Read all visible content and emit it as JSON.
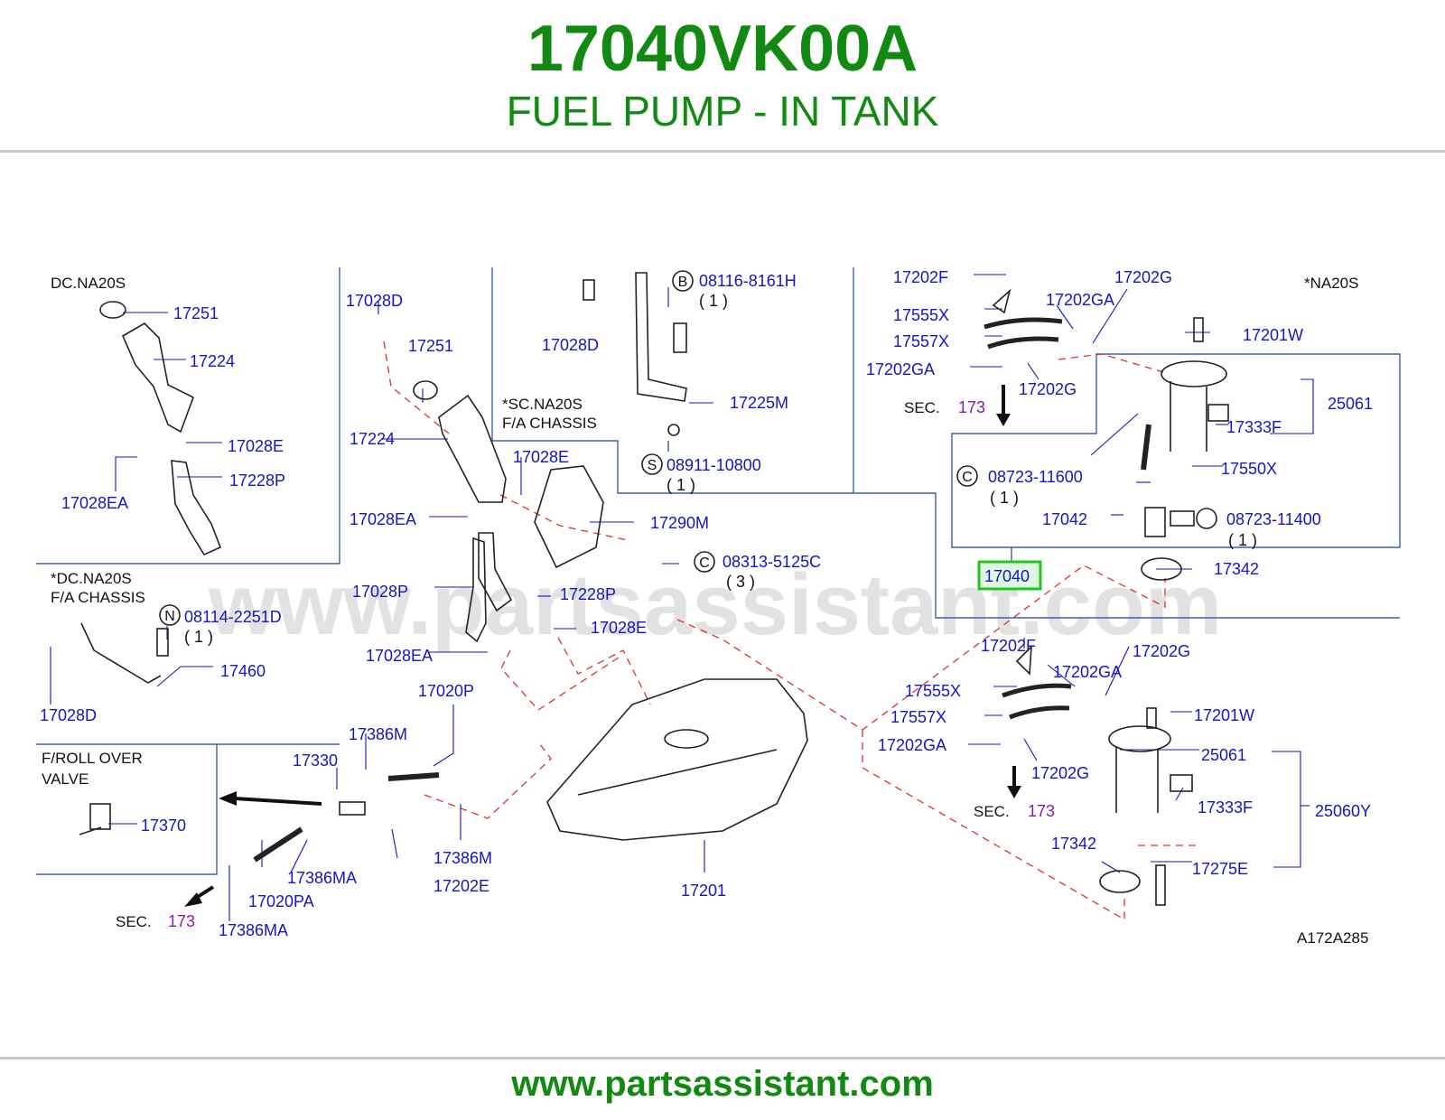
{
  "header": {
    "part_number": "17040VK00A",
    "title": "FUEL PUMP - IN TANK"
  },
  "watermark": "www.partsassistant.com",
  "footer": {
    "url": "www.partsassistant.com"
  },
  "diagram_id": "A172A285",
  "colors": {
    "brand_green": "#128a12",
    "callout_blue": "#1414c8",
    "section_purple": "#8a1aa8",
    "highlight_green": "#1ec81e",
    "dash_red": "#e03030"
  },
  "callouts": [
    {
      "id": "dc-na20s",
      "text": "DC.NA20S",
      "kind": "note"
    },
    {
      "id": "p17251a",
      "text": "17251",
      "kind": "part"
    },
    {
      "id": "p17224a",
      "text": "17224",
      "kind": "part"
    },
    {
      "id": "p17028e-a",
      "text": "17028E",
      "kind": "part"
    },
    {
      "id": "p17228p-a",
      "text": "17228P",
      "kind": "part"
    },
    {
      "id": "p17028ea-a",
      "text": "17028EA",
      "kind": "part"
    },
    {
      "id": "dc-na20s-fa",
      "text": "*DC.NA20S",
      "kind": "note"
    },
    {
      "id": "fa-chassis-a",
      "text": "F/A   CHASSIS",
      "kind": "note"
    },
    {
      "id": "b-08114",
      "text": "08114-2251D",
      "kind": "part"
    },
    {
      "id": "q1-a",
      "text": "( 1 )",
      "kind": "qty"
    },
    {
      "id": "p17460",
      "text": "17460",
      "kind": "part"
    },
    {
      "id": "p17028d-a",
      "text": "17028D",
      "kind": "part"
    },
    {
      "id": "froll",
      "text": "F/ROLL   OVER",
      "kind": "note"
    },
    {
      "id": "valve",
      "text": "VALVE",
      "kind": "note"
    },
    {
      "id": "p17370",
      "text": "17370",
      "kind": "part"
    },
    {
      "id": "p17028d-b",
      "text": "17028D",
      "kind": "part"
    },
    {
      "id": "p17251b",
      "text": "17251",
      "kind": "part"
    },
    {
      "id": "p17224b",
      "text": "17224",
      "kind": "part"
    },
    {
      "id": "p17028ea-b",
      "text": "17028EA",
      "kind": "part"
    },
    {
      "id": "p17028p",
      "text": "17028P",
      "kind": "part"
    },
    {
      "id": "p17028ea-c",
      "text": "17028EA",
      "kind": "part"
    },
    {
      "id": "p17020p",
      "text": "17020P",
      "kind": "part"
    },
    {
      "id": "p17386m-a",
      "text": "17386M",
      "kind": "part"
    },
    {
      "id": "p17330",
      "text": "17330",
      "kind": "part"
    },
    {
      "id": "p17386ma-a",
      "text": "17386MA",
      "kind": "part"
    },
    {
      "id": "p17020pa",
      "text": "17020PA",
      "kind": "part"
    },
    {
      "id": "sec-a",
      "text": "SEC.",
      "kind": "note"
    },
    {
      "id": "sec-a-num",
      "text": "173",
      "kind": "section"
    },
    {
      "id": "p17386ma-b",
      "text": "17386MA",
      "kind": "part"
    },
    {
      "id": "p17386m-b",
      "text": "17386M",
      "kind": "part"
    },
    {
      "id": "p17202e",
      "text": "17202E",
      "kind": "part"
    },
    {
      "id": "p17028d-c",
      "text": "17028D",
      "kind": "part"
    },
    {
      "id": "b-08116",
      "text": "08116-8161H",
      "kind": "part"
    },
    {
      "id": "q1-b",
      "text": "( 1 )",
      "kind": "qty"
    },
    {
      "id": "p17225m",
      "text": "17225M",
      "kind": "part"
    },
    {
      "id": "n-08911",
      "text": "08911-10800",
      "kind": "part"
    },
    {
      "id": "q1-c",
      "text": "( 1 )",
      "kind": "qty"
    },
    {
      "id": "sc-na20s",
      "text": "*SC.NA20S",
      "kind": "note"
    },
    {
      "id": "fa-chassis-b",
      "text": "F/A   CHASSIS",
      "kind": "note"
    },
    {
      "id": "p17028e-b",
      "text": "17028E",
      "kind": "part"
    },
    {
      "id": "p17290m",
      "text": "17290M",
      "kind": "part"
    },
    {
      "id": "s-08313",
      "text": "08313-5125C",
      "kind": "part"
    },
    {
      "id": "q3",
      "text": "( 3 )",
      "kind": "qty"
    },
    {
      "id": "p17228p-b",
      "text": "17228P",
      "kind": "part"
    },
    {
      "id": "p17028e-c",
      "text": "17028E",
      "kind": "part"
    },
    {
      "id": "p17201",
      "text": "17201",
      "kind": "part"
    },
    {
      "id": "p17202f-a",
      "text": "17202F",
      "kind": "part"
    },
    {
      "id": "p17202g-a",
      "text": "17202G",
      "kind": "part"
    },
    {
      "id": "na20s",
      "text": "*NA20S",
      "kind": "note"
    },
    {
      "id": "p17555x-a",
      "text": "17555X",
      "kind": "part"
    },
    {
      "id": "p17202ga-a",
      "text": "17202GA",
      "kind": "part"
    },
    {
      "id": "p17201w-a",
      "text": "17201W",
      "kind": "part"
    },
    {
      "id": "p17557x-a",
      "text": "17557X",
      "kind": "part"
    },
    {
      "id": "p17202ga-b",
      "text": "17202GA",
      "kind": "part"
    },
    {
      "id": "p17202g-b",
      "text": "17202G",
      "kind": "part"
    },
    {
      "id": "sec-b",
      "text": "SEC.",
      "kind": "note"
    },
    {
      "id": "sec-b-num",
      "text": "173",
      "kind": "section"
    },
    {
      "id": "p25061-a",
      "text": "25061",
      "kind": "part"
    },
    {
      "id": "p17333f-a",
      "text": "17333F",
      "kind": "part"
    },
    {
      "id": "c-08723-11600",
      "text": "08723-11600",
      "kind": "part"
    },
    {
      "id": "q1-d",
      "text": "( 1 )",
      "kind": "qty"
    },
    {
      "id": "p17550x",
      "text": "17550X",
      "kind": "part"
    },
    {
      "id": "p17042",
      "text": "17042",
      "kind": "part"
    },
    {
      "id": "c-08723-11400",
      "text": "08723-11400",
      "kind": "part"
    },
    {
      "id": "q1-e",
      "text": "( 1 )",
      "kind": "qty"
    },
    {
      "id": "p17040",
      "text": "17040",
      "kind": "highlight"
    },
    {
      "id": "p17342-a",
      "text": "17342",
      "kind": "part"
    },
    {
      "id": "p17202f-b",
      "text": "17202F",
      "kind": "part"
    },
    {
      "id": "p17202g-c",
      "text": "17202G",
      "kind": "part"
    },
    {
      "id": "p17555x-b",
      "text": "17555X",
      "kind": "part"
    },
    {
      "id": "p17202ga-c",
      "text": "17202GA",
      "kind": "part"
    },
    {
      "id": "p17201w-b",
      "text": "17201W",
      "kind": "part"
    },
    {
      "id": "p17557x-b",
      "text": "17557X",
      "kind": "part"
    },
    {
      "id": "p17202ga-d",
      "text": "17202GA",
      "kind": "part"
    },
    {
      "id": "p25061-b",
      "text": "25061",
      "kind": "part"
    },
    {
      "id": "p17202g-d",
      "text": "17202G",
      "kind": "part"
    },
    {
      "id": "sec-c",
      "text": "SEC.",
      "kind": "note"
    },
    {
      "id": "sec-c-num",
      "text": "173",
      "kind": "section"
    },
    {
      "id": "p17333f-b",
      "text": "17333F",
      "kind": "part"
    },
    {
      "id": "p25060y",
      "text": "25060Y",
      "kind": "part"
    },
    {
      "id": "p17342-b",
      "text": "17342",
      "kind": "part"
    },
    {
      "id": "p17275e",
      "text": "17275E",
      "kind": "part"
    },
    {
      "id": "letter-b1",
      "text": "B",
      "kind": "marker"
    },
    {
      "id": "letter-b2",
      "text": "B",
      "kind": "marker"
    },
    {
      "id": "letter-n",
      "text": "N",
      "kind": "marker"
    },
    {
      "id": "letter-s",
      "text": "S",
      "kind": "marker"
    },
    {
      "id": "letter-c1",
      "text": "C",
      "kind": "marker"
    },
    {
      "id": "letter-c2",
      "text": "C",
      "kind": "marker"
    }
  ]
}
